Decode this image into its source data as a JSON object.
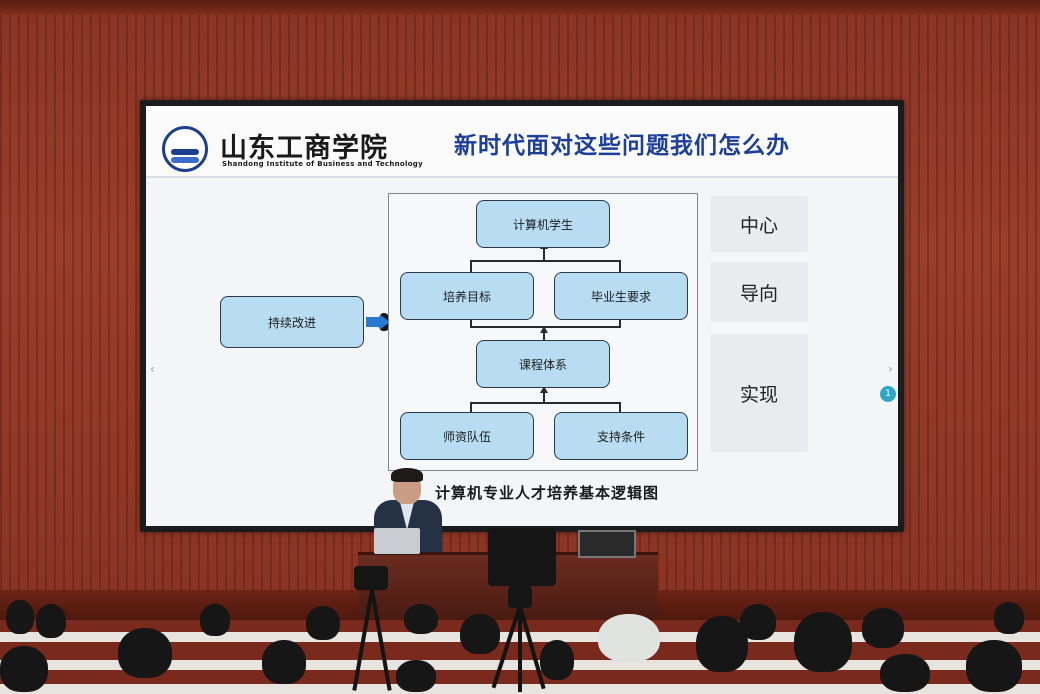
{
  "slide": {
    "school_name_cn": "山东工商学院",
    "school_name_en": "Shandong Institute of Business and Technology",
    "title": "新时代面对这些问题我们怎么办",
    "page_number": "1"
  },
  "diagram": {
    "nodes": {
      "computer_student": "计算机学生",
      "training_goal": "培养目标",
      "graduation_requirements": "毕业生要求",
      "curriculum": "课程体系",
      "faculty": "师资队伍",
      "support": "支持条件",
      "continuous_improvement": "持续改进"
    },
    "side_labels": [
      "中心",
      "导向",
      "实现"
    ],
    "caption": "计算机专业人才培养基本逻辑图"
  },
  "colors": {
    "node_fill": "#b8ddf3",
    "title_blue": "#1d3f9c",
    "arrow_blue": "#2b78d3",
    "wall": "#8b3424"
  }
}
